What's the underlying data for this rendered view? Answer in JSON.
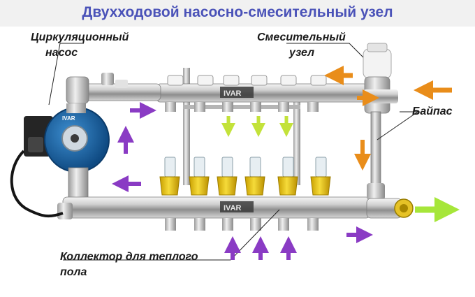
{
  "title": "Двухходовой насосно-смесительный узел",
  "labels": {
    "pump_line1": "Циркуляционный",
    "pump_line2": "насос",
    "mixer_line1": "Смесительный",
    "mixer_line2": "узел",
    "bypass": "Байпас",
    "collector_line1": "Коллектор для теплого",
    "collector_line2": "пола"
  },
  "brand": {
    "top": "IVAR",
    "bottom": "IVAR",
    "pump": "IVAR"
  },
  "colors": {
    "title": "#4a52b8",
    "supply_arrow": "#e98d1a",
    "return_arrow": "#8a3bc4",
    "loop_arrow": "#c3e23a",
    "outlet_arrow": "#a6e63a",
    "pump_blue": "#1d6aa8",
    "valve_yellow": "#e8c21a",
    "chrome": "#c9c9c9"
  }
}
